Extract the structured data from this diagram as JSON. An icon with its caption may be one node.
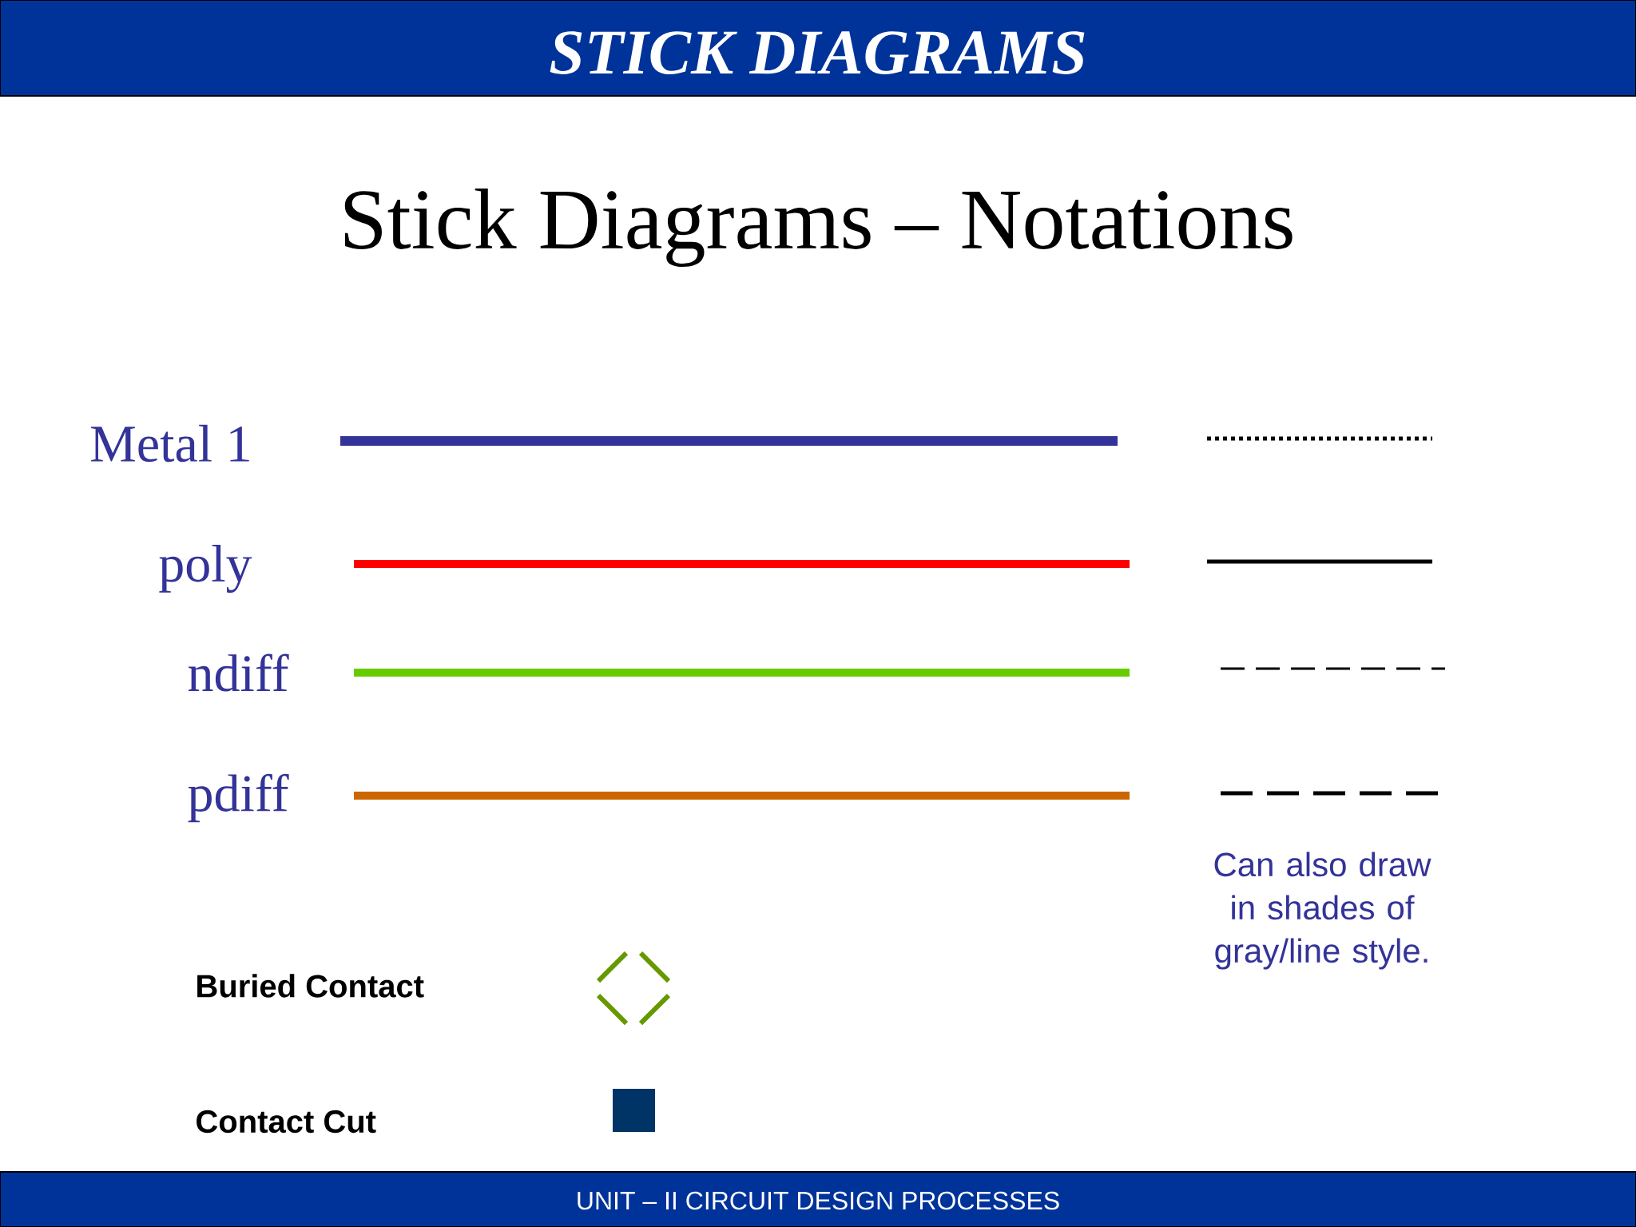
{
  "diagram": {
    "title": "Stick Diagrams – Notations",
    "labels": [
      "STICK DIAGRAMS",
      "UNIT – II CIRCUIT DESIGN PROCESSES",
      "Can also draw in shades of gray/line style."
    ],
    "legend": [
      {
        "text": "Metal 1",
        "color": "#333399"
      },
      {
        "text": "poly",
        "color": "#ff0000"
      },
      {
        "text": "ndiff",
        "color": "#66cc00"
      },
      {
        "text": "pdiff",
        "color": "#cc6600"
      },
      {
        "text": "Buried Contact"
      },
      {
        "text": "Contact Cut",
        "color": "#003366"
      }
    ]
  }
}
